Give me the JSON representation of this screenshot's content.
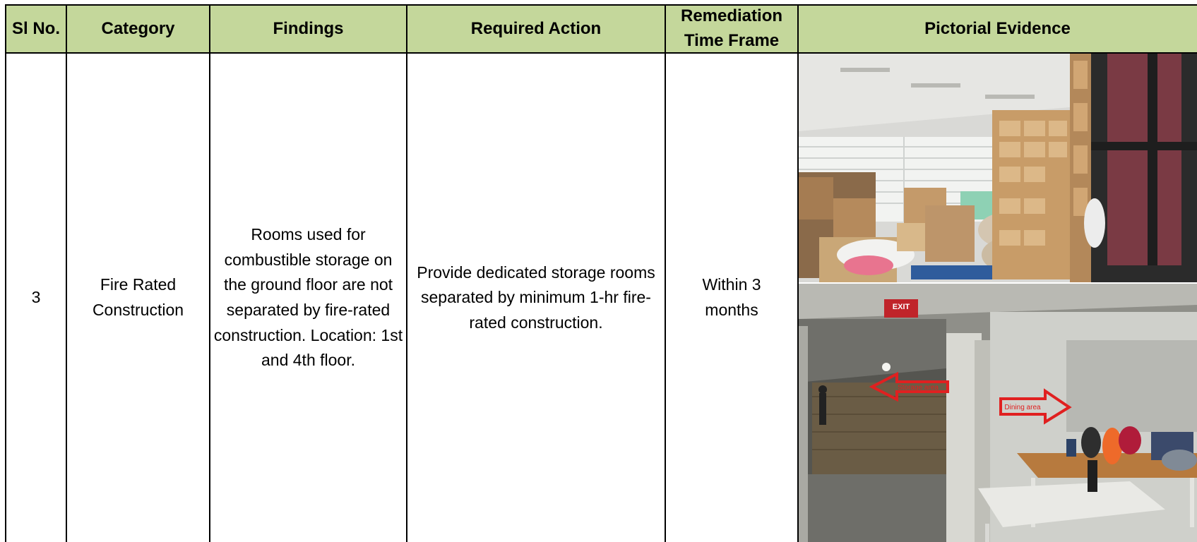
{
  "headers": {
    "sl_no": "Sl No.",
    "category": "Category",
    "findings": "Findings",
    "required_action": "Required Action",
    "remediation_line1": "Remediation",
    "remediation_line2": "Time Frame",
    "pictorial_evidence": "Pictorial Evidence"
  },
  "row": {
    "sl_no": "3",
    "category": "Fire Rated Construction",
    "findings": "Rooms used for combustible storage on the ground floor are not separated by fire-rated construction. Location: 1st and 4th floor.",
    "required_action": "Provide dedicated storage rooms separated by minimum 1-hr fire-rated construction.",
    "time_frame": "Within 3 months"
  },
  "photos": {
    "photo2_sign": "EXIT",
    "photo2_label_storage": "Storage area",
    "photo2_label_dining": "Dining area"
  },
  "colors": {
    "header_bg": "#c4d79b",
    "border": "#000000",
    "arrow_red": "#e02020"
  }
}
